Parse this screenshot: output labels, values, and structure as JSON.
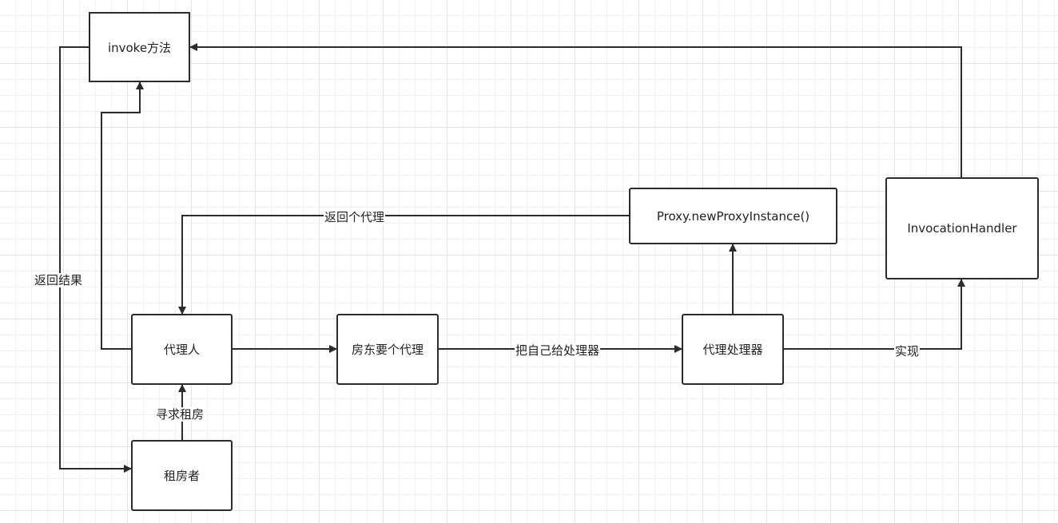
{
  "nodes": {
    "invoke": "invoke方法",
    "proxy_instance": "Proxy.newProxyInstance()",
    "invocation_handler": "InvocationHandler",
    "agent": "代理人",
    "landlord": "房东要个代理",
    "proxy_handler": "代理处理器",
    "tenant": "租房者"
  },
  "edge_labels": {
    "return_result": "返回结果",
    "return_proxy": "返回个代理",
    "give_self_to_handler": "把自己给处理器",
    "implements": "实现",
    "seek_rental": "寻求租房"
  },
  "colors": {
    "stroke": "#2b2b2b",
    "grid": "#e4e4e4",
    "background": "#ffffff"
  }
}
